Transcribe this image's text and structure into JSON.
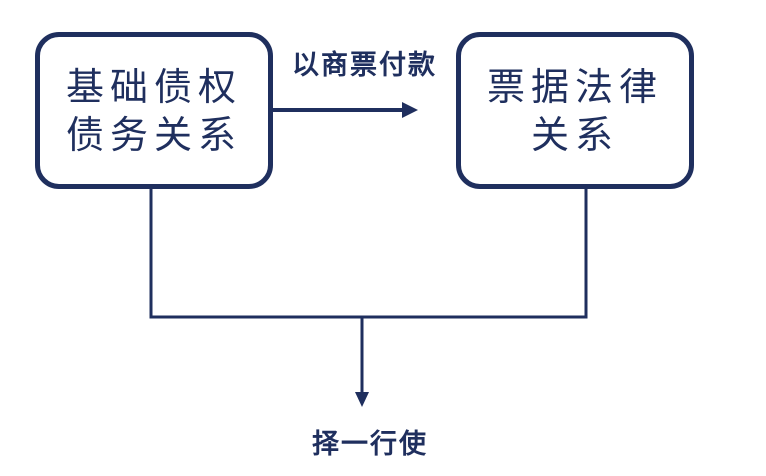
{
  "diagram": {
    "colors": {
      "stroke": "#1f2f5e",
      "text": "#1f2f5e",
      "background": "#ffffff"
    },
    "left_box": {
      "line1": "基础债权",
      "line2": "债务关系"
    },
    "right_box": {
      "line1": "票据法律",
      "line2": "关系"
    },
    "arrow_label_top": "以商票付款",
    "arrow_label_bottom": "择一行使"
  }
}
